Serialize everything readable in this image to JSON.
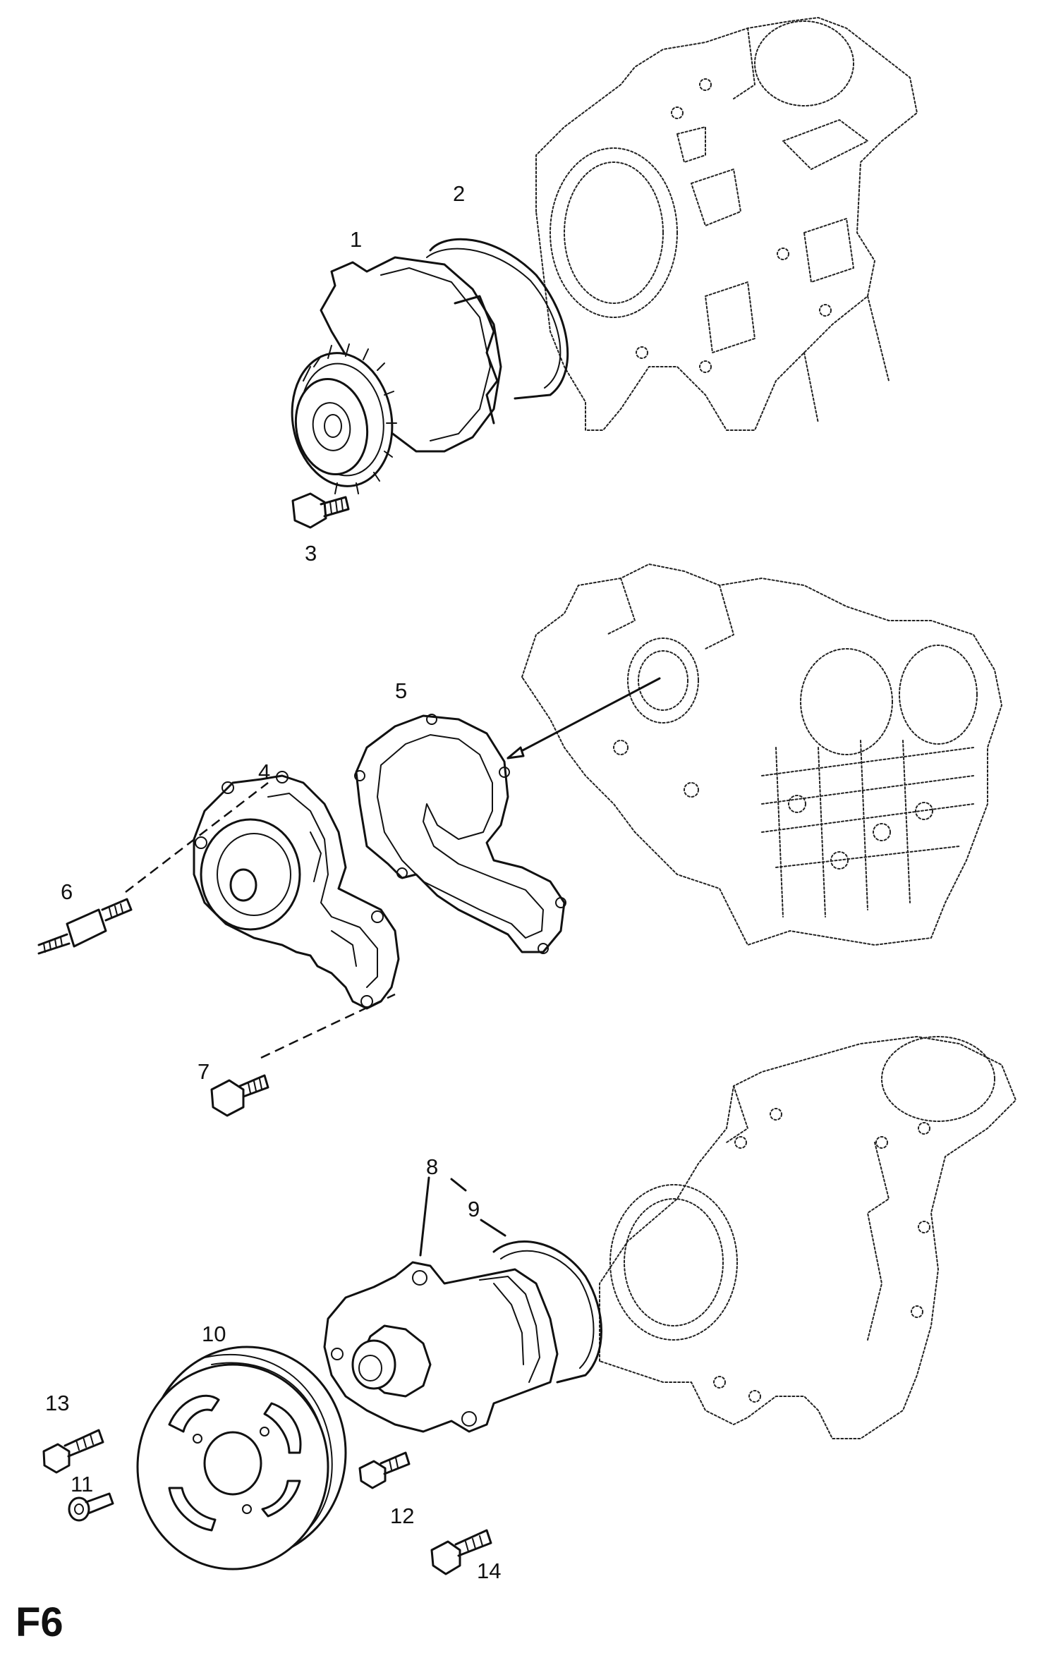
{
  "figure_label": "F6",
  "callouts": {
    "c1": "1",
    "c2": "2",
    "c3": "3",
    "c4": "4",
    "c5": "5",
    "c6": "6",
    "c7": "7",
    "c8": "8",
    "c9": "9",
    "c10": "10",
    "c11": "11",
    "c12": "12",
    "c13": "13",
    "c14": "14"
  }
}
